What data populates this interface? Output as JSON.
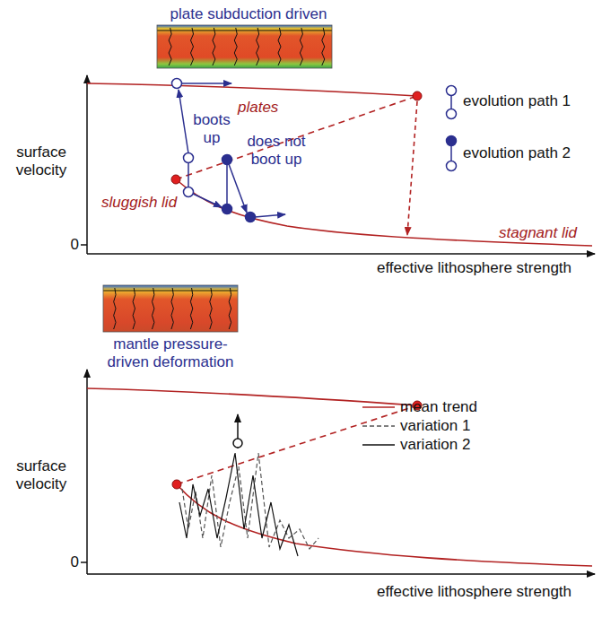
{
  "diagram": {
    "labels": [
      "plate subduction driven",
      "surface velocity",
      "0",
      "boots up",
      "does not boot up",
      "plates",
      "sluggish lid",
      "stagnant lid",
      "evolution path 1",
      "evolution path 2",
      "mantle pressure-driven deformation",
      "effective lithosphere strength",
      "surface velocity",
      "0",
      "effective lithosphere strength"
    ],
    "legend": [
      {
        "text": "mean trend"
      },
      {
        "text": "variation 1"
      },
      {
        "text": "variation 2"
      }
    ]
  }
}
